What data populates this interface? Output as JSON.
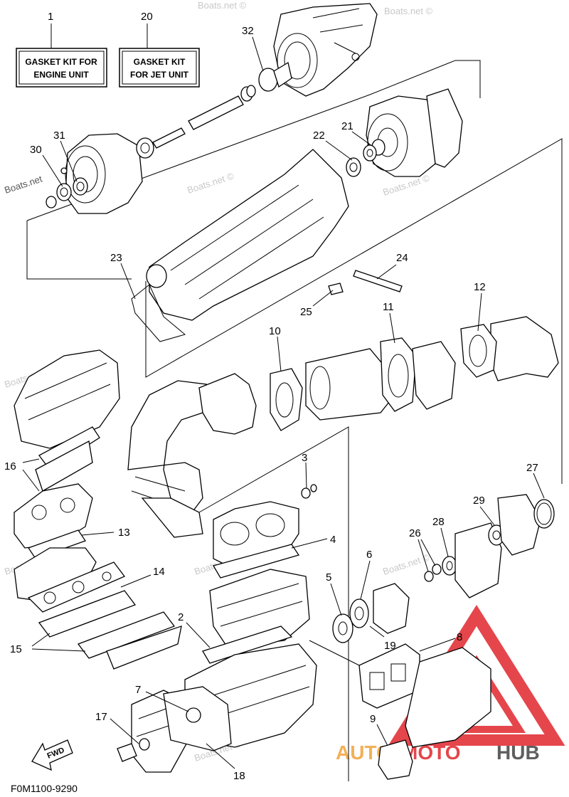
{
  "callouts": [
    "1",
    "20",
    "32",
    "31",
    "30",
    "22",
    "21",
    "23",
    "24",
    "25",
    "12",
    "11",
    "10",
    "16",
    "3",
    "27",
    "13",
    "4",
    "6",
    "26",
    "28",
    "29",
    "14",
    "5",
    "2",
    "19",
    "15",
    "8",
    "7",
    "17",
    "9",
    "18"
  ],
  "boxes": {
    "kit_engine": [
      "GASKET KIT FOR",
      "ENGINE UNIT"
    ],
    "kit_jet": [
      "GASKET KIT",
      "FOR JET UNIT"
    ]
  },
  "watermark": "Boats.net",
  "watermark_full": "Boats.net ©",
  "fwd_label": "FWD",
  "diagram_code": "F0M1100-9290",
  "brand": {
    "left": "AUTO",
    "mid": "MOTO",
    "right": "HUB"
  },
  "colors": {
    "brand_red": "#e0262d",
    "brand_orange": "#f2a33a",
    "brand_dark": "#444444",
    "watermark": "#c8c8c8"
  }
}
